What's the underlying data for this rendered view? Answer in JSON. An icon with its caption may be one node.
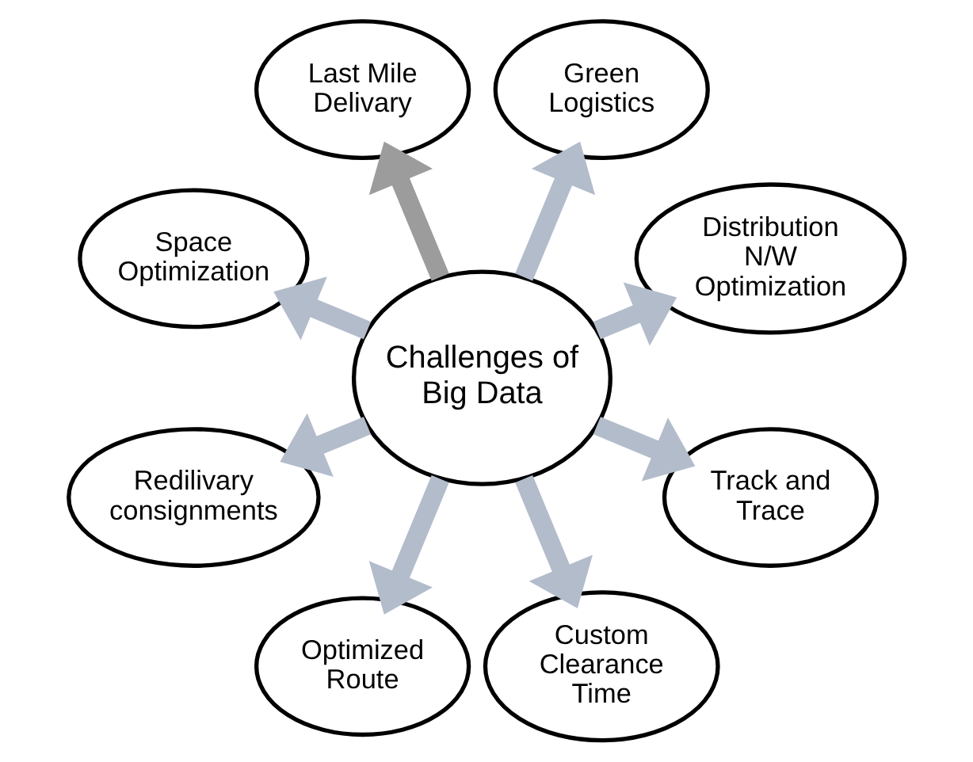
{
  "diagram": {
    "nodes": [
      {
        "text": [
          "Distribution N/W Optimization"
        ]
      },
      {
        "text": [
          "Green Logistics"
        ]
      },
      {
        "text": [
          "Last Mile Delivary"
        ]
      },
      {
        "text": [
          "Space Optimization"
        ]
      },
      {
        "text": [
          "Challenges of Big Data"
        ]
      },
      {
        "text": [
          "Redilivary consignments"
        ]
      },
      {
        "text": [
          "Optimized Route"
        ]
      },
      {
        "text": [
          "Custom Clearance Time"
        ]
      },
      {
        "text": [
          "Track and Trace"
        ]
      }
    ],
    "edges": [
      {
        "from": 4,
        "to": 0,
        "arrow": "to"
      },
      {
        "from": 4,
        "to": 2,
        "arrow": "to",
        "color": "#9c9c9c"
      },
      {
        "from": 4,
        "to": 5,
        "arrow": "to"
      },
      {
        "from": 4,
        "to": 7,
        "arrow": "to"
      },
      {
        "from": 4,
        "to": 8,
        "arrow": "to"
      },
      {
        "from": 4,
        "to": 6,
        "arrow": "to"
      },
      {
        "from": 4,
        "to": 3,
        "arrow": "to"
      },
      {
        "from": 4,
        "to": 1,
        "arrow": "to"
      }
    ]
  }
}
